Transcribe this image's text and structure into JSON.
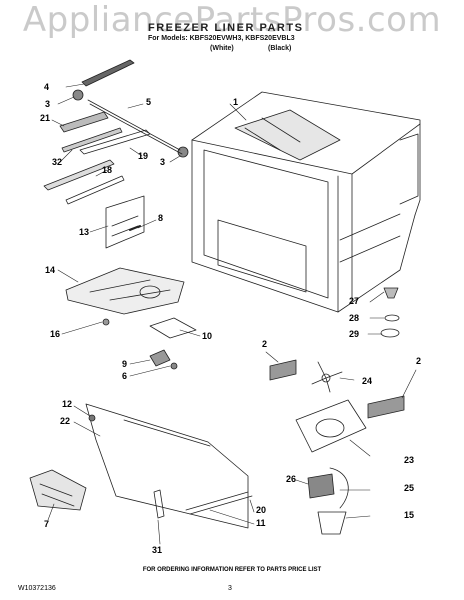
{
  "header": {
    "watermark": "AppliancePartsPros.com",
    "title": "FREEZER LINER PARTS",
    "models_line": "For Models: KBFS20EVWH3, KBFS20EVBL3",
    "variant_white": "(White)",
    "variant_black": "(Black)"
  },
  "callouts": {
    "c1": "1",
    "c2a": "2",
    "c2b": "2",
    "c3a": "3",
    "c3b": "3",
    "c4": "4",
    "c5": "5",
    "c6": "6",
    "c7": "7",
    "c8": "8",
    "c9": "9",
    "c10": "10",
    "c11": "11",
    "c12": "12",
    "c13": "13",
    "c14": "14",
    "c15": "15",
    "c16": "16",
    "c18": "18",
    "c19": "19",
    "c20": "20",
    "c21": "21",
    "c22": "22",
    "c23": "23",
    "c24": "24",
    "c25": "25",
    "c26": "26",
    "c27": "27",
    "c28": "28",
    "c29": "29",
    "c31": "31",
    "c32": "32"
  },
  "footer": {
    "ordering_note": "FOR ORDERING INFORMATION REFER TO PARTS PRICE LIST",
    "document_number": "W10372136",
    "page_number": "3"
  }
}
